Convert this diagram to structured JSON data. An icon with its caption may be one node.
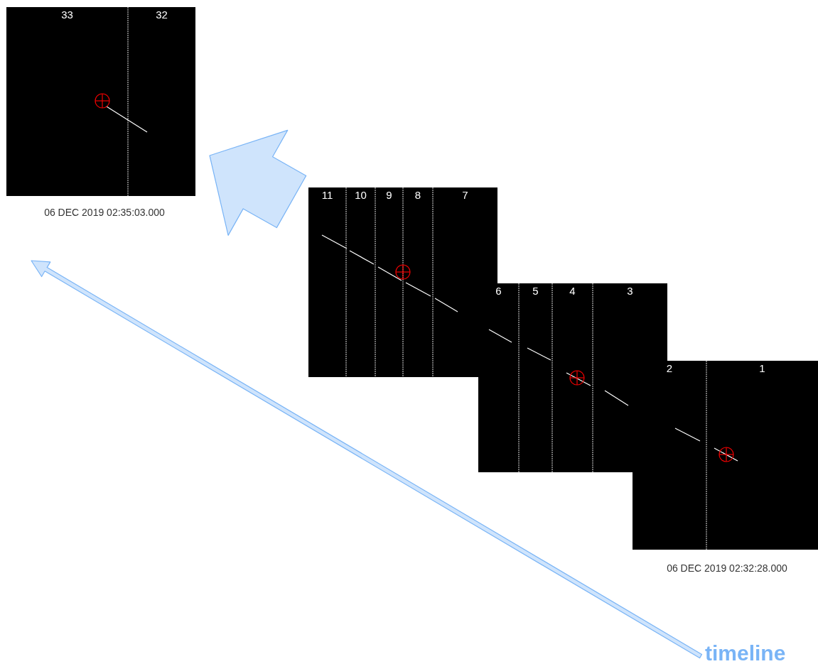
{
  "diagram": {
    "nodes": [
      {
        "text": [
          "33",
          "32"
        ],
        "beside": [
          "06 DEC 2019 02:35:03.000"
        ]
      },
      {
        "text": [
          "11",
          "10",
          "9",
          "8",
          "7"
        ]
      },
      {
        "text": [
          "6",
          "5",
          "4",
          "3"
        ]
      },
      {
        "text": [
          "2",
          "1"
        ],
        "beside": [
          "06 DEC 2019 02:32:28.000"
        ]
      },
      {
        "text": [
          "timeline"
        ]
      }
    ],
    "edges": [
      {
        "from": 1,
        "to": 0,
        "arrow": "to",
        "style": "thick"
      },
      {
        "from": 4,
        "to": null,
        "arrow": "to"
      }
    ]
  }
}
